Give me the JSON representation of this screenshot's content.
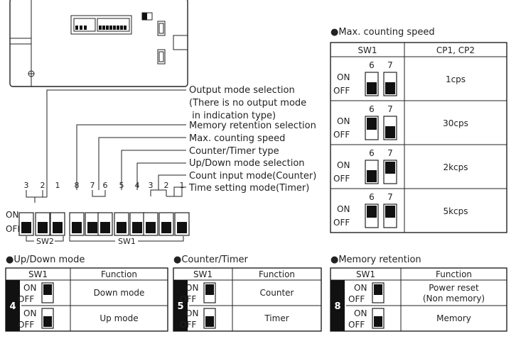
{
  "colors": {
    "ink": "#222222",
    "fill": "#111111",
    "background": "#ffffff"
  },
  "callouts": {
    "output_mode": [
      "Output mode selection",
      "(There is no output mode",
      " in indication type)"
    ],
    "memory_retention": "Memory retention selection",
    "max_speed": "Max. counting speed",
    "counter_timer": "Counter/Timer type",
    "updown": "Up/Down mode selection",
    "count_input": "Count input mode(Counter)",
    "time_setting": "Time setting mode(Timer)"
  },
  "dip_strip": {
    "numbers": [
      "3",
      "2",
      "1",
      "8",
      "7",
      "6",
      "5",
      "4",
      "3",
      "2",
      "1"
    ],
    "on_label": "ON",
    "off_label": "OFF",
    "group_sw2": "SW2",
    "group_sw1": "SW1"
  },
  "max_speed_table": {
    "title": "●Max. counting speed",
    "headers": [
      "SW1",
      "CP1, CP2"
    ],
    "switch_numbers": [
      "6",
      "7"
    ],
    "on_label": "ON",
    "off_label": "OFF",
    "rows": [
      {
        "sw6": "OFF",
        "sw7": "OFF",
        "value": "1cps"
      },
      {
        "sw6": "ON",
        "sw7": "OFF",
        "value": "30cps"
      },
      {
        "sw6": "OFF",
        "sw7": "ON",
        "value": "2kcps"
      },
      {
        "sw6": "ON",
        "sw7": "ON",
        "value": "5kcps"
      }
    ]
  },
  "updown_table": {
    "title": "●Up/Down mode",
    "headers": [
      "SW1",
      "Function"
    ],
    "switch_no": "4",
    "rows": [
      {
        "state": "ON",
        "function": [
          "Down mode"
        ]
      },
      {
        "state": "OFF",
        "function": [
          "Up mode"
        ]
      }
    ]
  },
  "counter_timer_table": {
    "title": "●Counter/Timer",
    "headers": [
      "SW1",
      "Function"
    ],
    "switch_no": "5",
    "rows": [
      {
        "state": "ON",
        "function": [
          "Counter"
        ]
      },
      {
        "state": "OFF",
        "function": [
          "Timer"
        ]
      }
    ]
  },
  "memory_table": {
    "title": "●Memory retention",
    "headers": [
      "SW1",
      "Function"
    ],
    "switch_no": "8",
    "rows": [
      {
        "state": "ON",
        "function": [
          "Power reset",
          "(Non memory)"
        ]
      },
      {
        "state": "OFF",
        "function": [
          "Memory"
        ]
      }
    ]
  }
}
